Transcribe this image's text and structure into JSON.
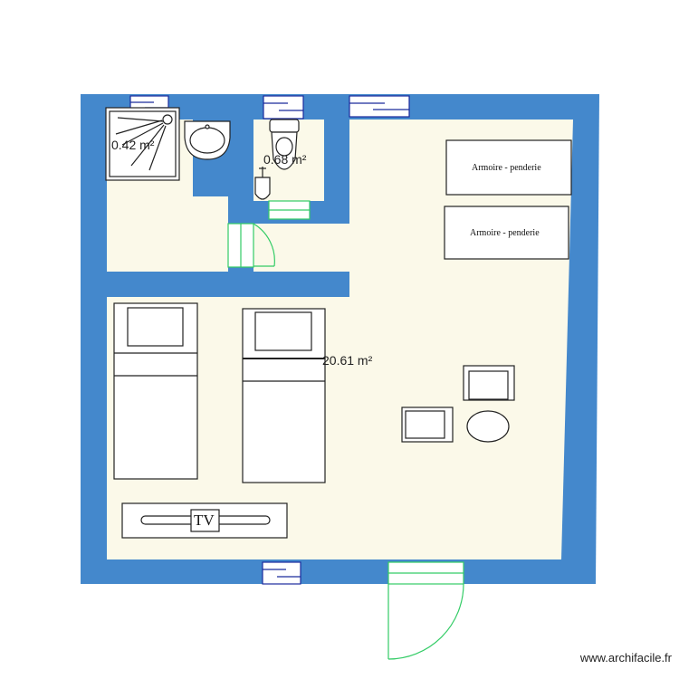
{
  "rooms": [
    {
      "id": "shower",
      "area": "0.42 m²"
    },
    {
      "id": "wc",
      "area": "0.68 m²"
    },
    {
      "id": "main",
      "area": "20.61 m²"
    }
  ],
  "furniture": {
    "wardrobe_1": "Armoire - penderie",
    "wardrobe_2": "Armoire - penderie",
    "tv": "TV"
  },
  "colors": {
    "wall": "#4488cc",
    "floor": "#fbf9e9",
    "door": "#33cc66",
    "window": "#1a2a9c",
    "furniture_stroke": "#222222"
  },
  "watermark": "www.archifacile.fr"
}
